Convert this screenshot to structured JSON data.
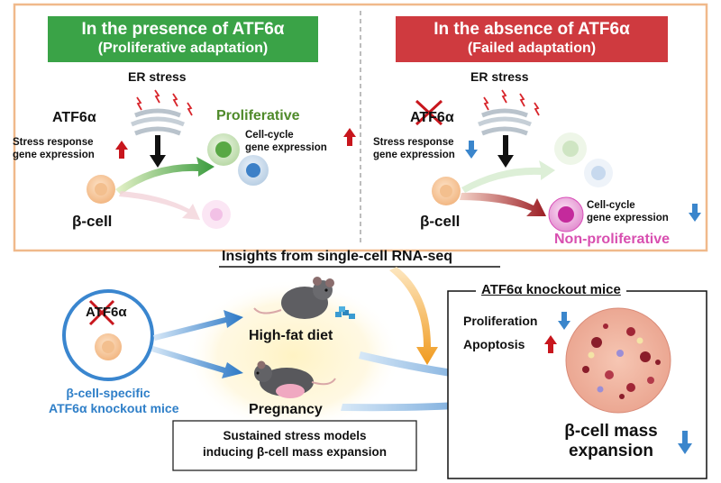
{
  "top_panel": {
    "left": {
      "banner_line1": "In the presence of ATF6α",
      "banner_line2": "(Proliferative adaptation)",
      "er_stress": "ER stress",
      "atf6_label": "ATF6α",
      "stress_response": [
        "Stress response",
        "gene expression"
      ],
      "outcome_label": "Proliferative",
      "cell_cycle": [
        "Cell-cycle",
        "gene expression"
      ],
      "cell_label": "β-cell",
      "colors": {
        "banner": "#3aa347",
        "outcome": "#4f8a2a"
      }
    },
    "right": {
      "banner_line1": "In the absence of ATF6α",
      "banner_line2": "(Failed adaptation)",
      "er_stress": "ER stress",
      "atf6_label": "ATF6α",
      "stress_response": [
        "Stress response",
        "gene expression"
      ],
      "cell_cycle": [
        "Cell-cycle",
        "gene expression"
      ],
      "cell_label": "β-cell",
      "outcome_label": "Non-proliferative",
      "colors": {
        "banner": "#cf3a3f",
        "outcome": "#d84fb0"
      }
    },
    "border_color": "#f0b98b"
  },
  "insights_label": "Insights from single-cell RNA-seq",
  "bottom": {
    "mouse_model": {
      "atf6_label": "ATF6α",
      "caption": [
        "β-cell-specific",
        "ATF6α knockout mice"
      ],
      "color": "#2f7fc8"
    },
    "conditions": {
      "high_fat_diet": "High-fat diet",
      "pregnancy": "Pregnancy",
      "box_caption": [
        "Sustained stress models",
        "inducing β-cell mass expansion"
      ]
    },
    "result_box": {
      "title": "ATF6α knockout mice",
      "proliferation": "Proliferation",
      "apoptosis": "Apoptosis",
      "outcome": [
        "β-cell mass",
        "expansion"
      ]
    }
  }
}
